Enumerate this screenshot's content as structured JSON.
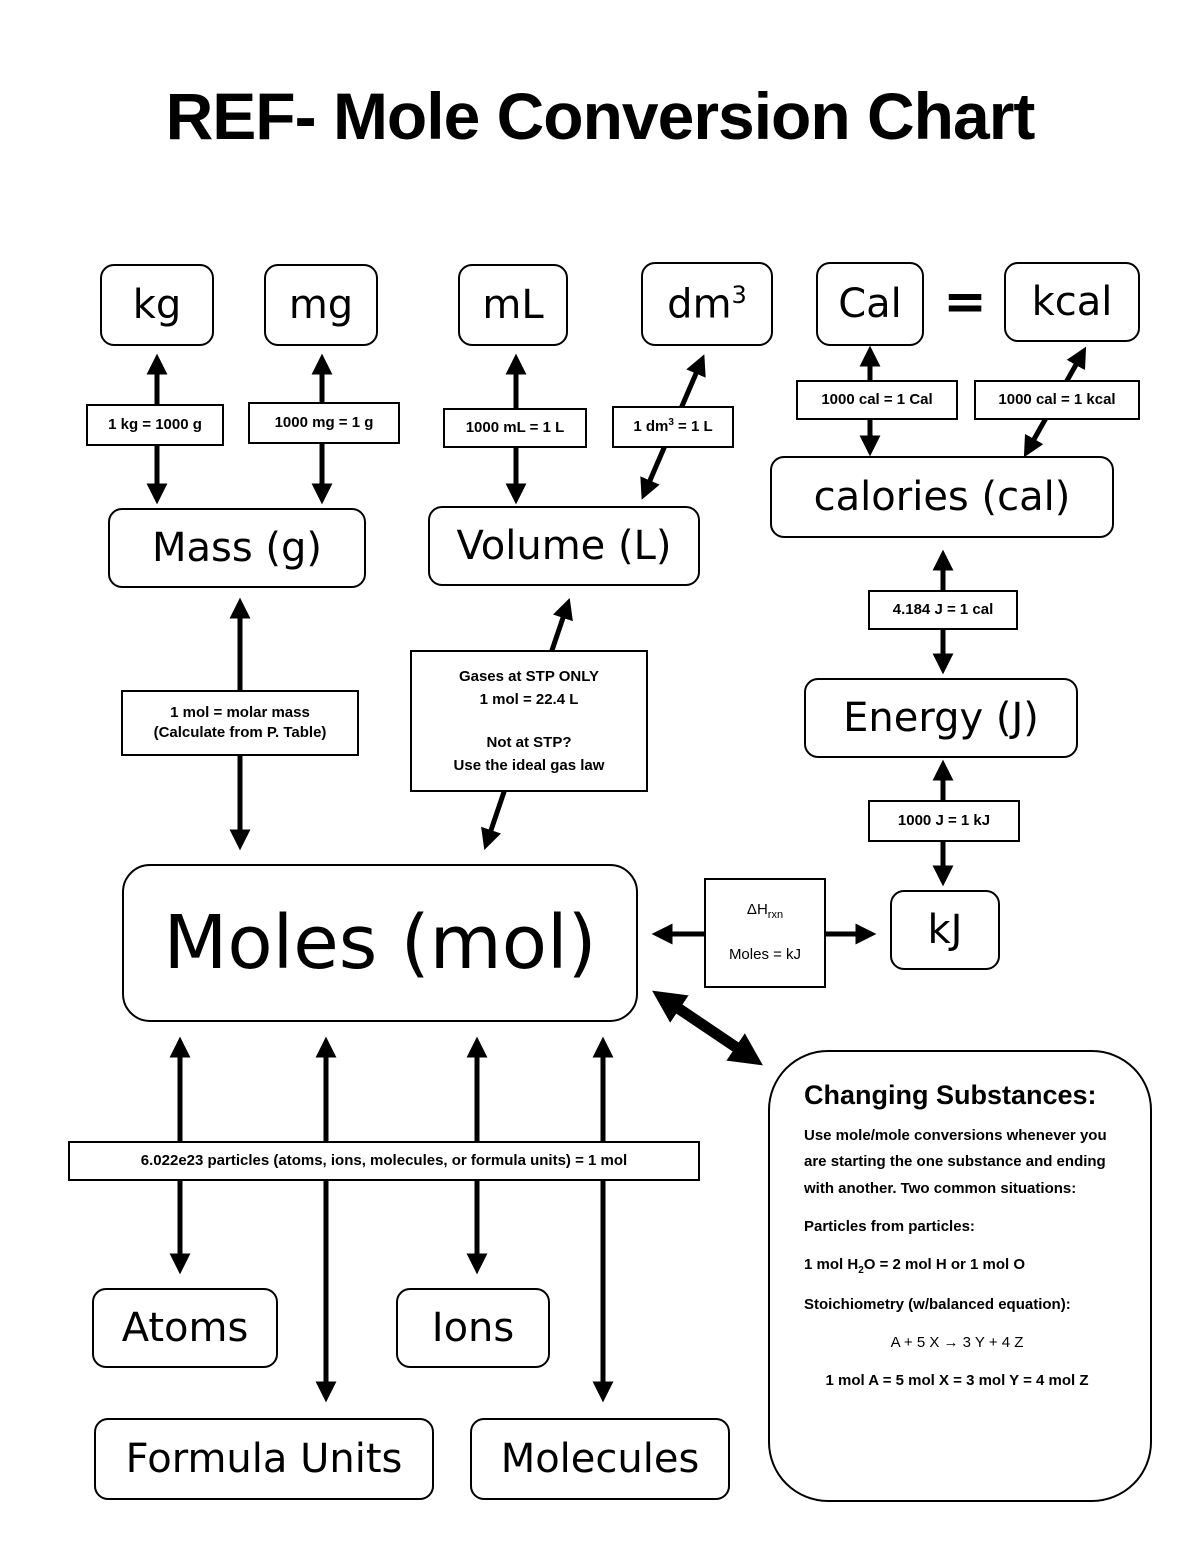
{
  "title": "REF-  Mole Conversion Chart",
  "units": {
    "kg": "kg",
    "mg": "mg",
    "mL": "mL",
    "dm_base": "dm",
    "dm_exp": "3",
    "Cal": "Cal",
    "equals": "=",
    "kcal": "kcal",
    "mass": "Mass (g)",
    "volume": "Volume (L)",
    "calories": "calories (cal)",
    "energy": "Energy (J)",
    "kJ": "kJ",
    "moles": "Moles (mol)",
    "atoms": "Atoms",
    "ions": "Ions",
    "formula_units": "Formula Units",
    "molecules": "Molecules"
  },
  "conversions": {
    "kg_g": "1 kg = 1000 g",
    "mg_g": "1000 mg = 1 g",
    "mL_L": "1000 mL = 1 L",
    "dm_L_pre": "1 dm",
    "dm_L_exp": "3",
    "dm_L_post": " = 1 L",
    "cal_Cal": "1000 cal = 1 Cal",
    "cal_kcal": "1000 cal = 1 kcal",
    "J_cal": "4.184 J = 1 cal",
    "J_kJ": "1000 J = 1 kJ",
    "molar_mass_line1": "1 mol = molar mass",
    "molar_mass_line2": "(Calculate from P. Table)",
    "gas_line1": "Gases at STP ONLY",
    "gas_line2": "1 mol = 22.4 L",
    "gas_line3": "Not at STP?",
    "gas_line4": "Use the ideal gas law",
    "dH_symbol": "ΔH",
    "dH_sub": "rxn",
    "dH_line2": "Moles = kJ",
    "particles": "6.022e23 particles (atoms, ions, molecules, or formula units) = 1 mol"
  },
  "changing": {
    "heading": "Changing Substances:",
    "intro": "Use mole/mole conversions whenever you are starting the one substance and ending with another.  Two common situations:",
    "case1": "Particles from particles:",
    "ex1_pre": "1 mol H",
    "ex1_sub": "2",
    "ex1_post": "O = 2 mol H or 1 mol O",
    "case2": "Stoichiometry (w/balanced equation):",
    "equation": "A + 5 X  →  3 Y  +  4 Z",
    "ex2": "1 mol A = 5 mol X = 3 mol Y = 4 mol Z"
  }
}
